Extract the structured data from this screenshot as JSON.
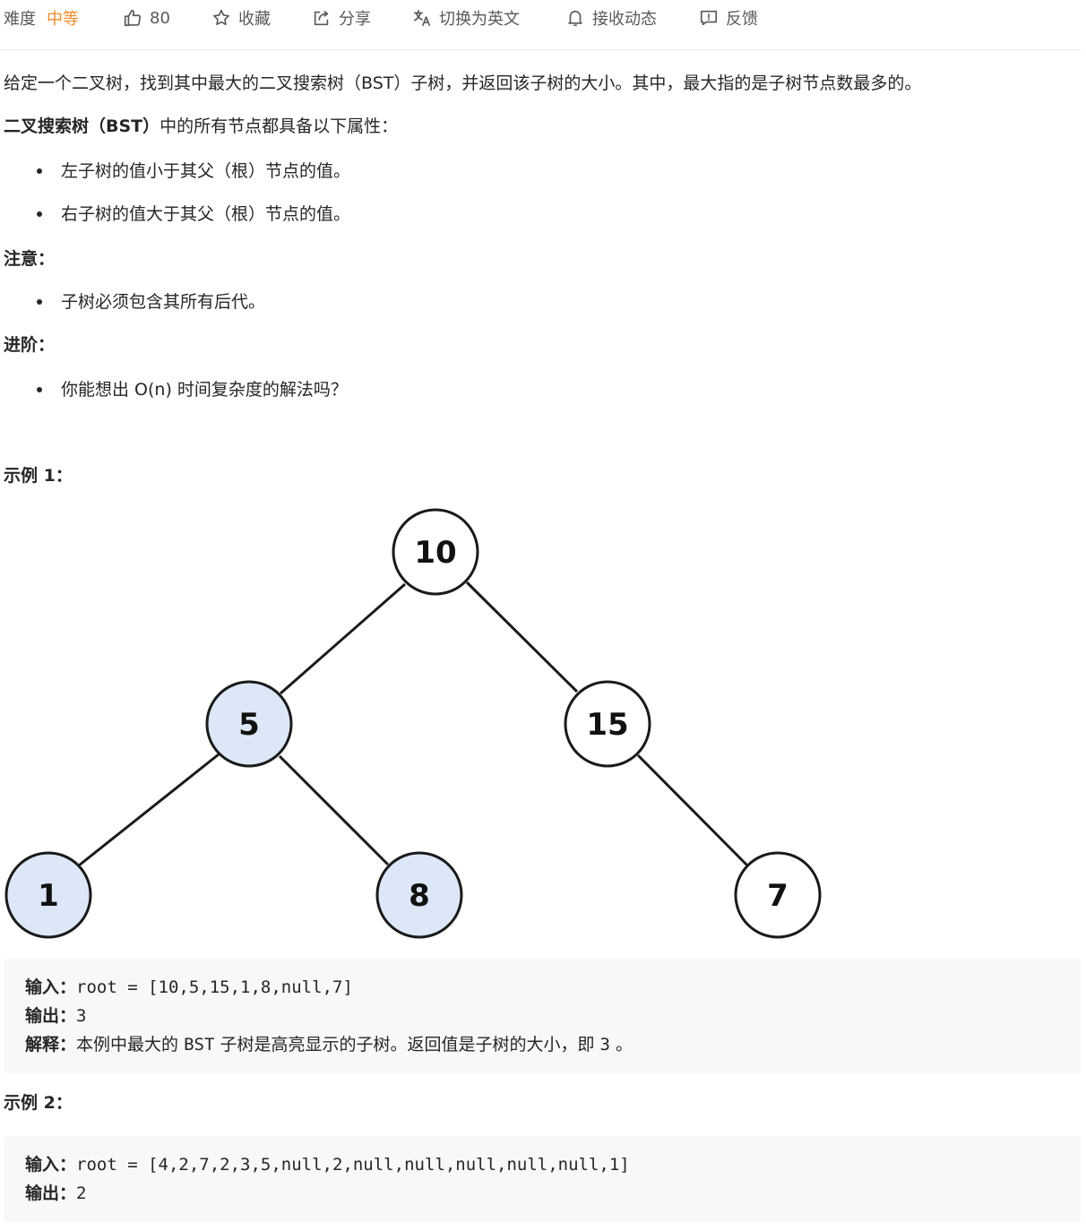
{
  "toolbar": {
    "difficulty_label": "难度",
    "difficulty_value": "中等",
    "likes": "80",
    "favorite_label": "收藏",
    "share_label": "分享",
    "translate_label": "切换为英文",
    "notify_label": "接收动态",
    "feedback_label": "反馈"
  },
  "description": {
    "intro": "给定一个二叉树，找到其中最大的二叉搜索树（BST）子树，并返回该子树的大小。其中，最大指的是子树节点数最多的。",
    "bst_title": "二叉搜索树（BST）",
    "bst_rest": "中的所有节点都具备以下属性：",
    "bst_props": [
      "左子树的值小于其父（根）节点的值。",
      "右子树的值大于其父（根）节点的值。"
    ],
    "note_heading": "注意：",
    "notes": [
      "子树必须包含其所有后代。"
    ],
    "advanced_heading": "进阶：",
    "advanced": [
      "你能想出 O(n) 时间复杂度的解法吗？"
    ]
  },
  "example1": {
    "heading": "示例 1：",
    "tree_nodes": [
      "10",
      "5",
      "15",
      "1",
      "8",
      "7"
    ],
    "highlight_color": "#dce8f8",
    "input_label": "输入：",
    "input_value": "root = [10,5,15,1,8,null,7]",
    "output_label": "输出：",
    "output_value": "3",
    "explain_label": "解释：",
    "explain_a": "本例中最大的",
    "explain_code1": "BST",
    "explain_b": "子树是高亮显示的子树。返回值是子树的大小，即",
    "explain_code2": "3",
    "explain_c": "。"
  },
  "example2": {
    "heading": "示例 2：",
    "input_label": "输入：",
    "input_value": "root = [4,2,7,2,3,5,null,2,null,null,null,null,null,1]",
    "output_label": "输出：",
    "output_value": "2"
  }
}
